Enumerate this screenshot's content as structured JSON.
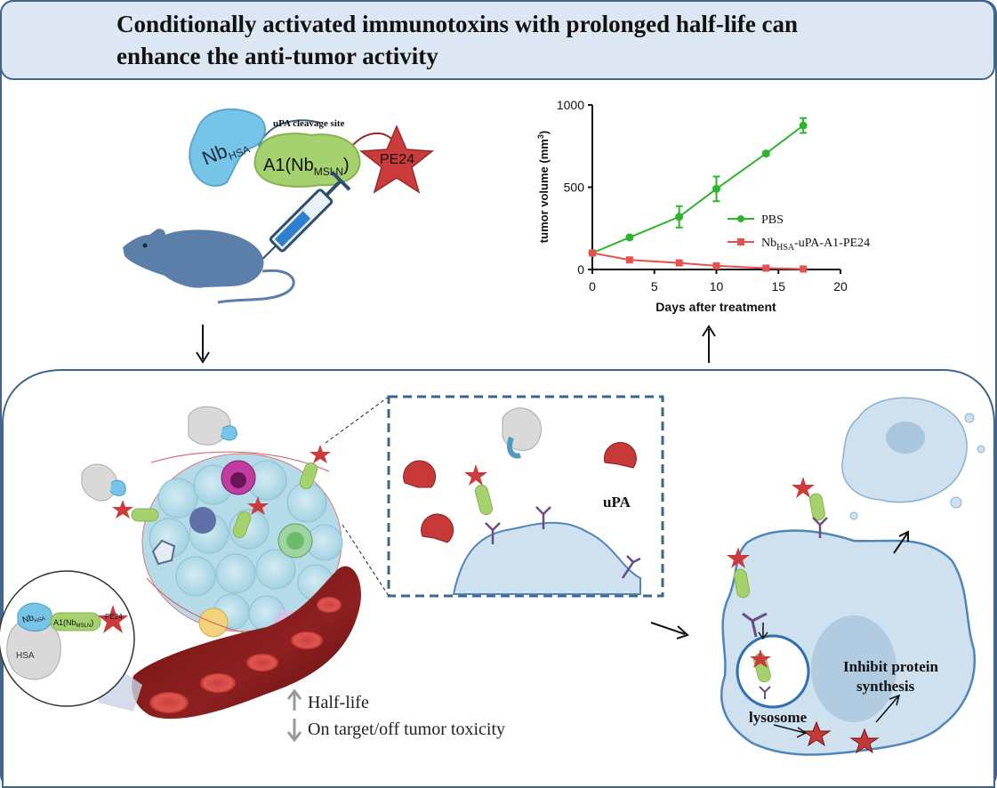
{
  "header": {
    "title_line1": "Conditionally activated immunotoxins with prolonged half-life can",
    "title_line2": "enhance the anti-tumor activity"
  },
  "construct": {
    "nb_hsa": "Nb",
    "nb_hsa_sub": "HSA",
    "cleavage_label": "uPA cleavage site",
    "a1_main": "A1(Nb",
    "a1_sub": "MSLN",
    "a1_close": ")",
    "pe24": "PE24"
  },
  "inset_construct": {
    "nb_hsa": "Nb",
    "nb_hsa_sub": "HSA",
    "a1_main": "A1(Nb",
    "a1_sub": "MSLN",
    "a1_close": ")",
    "pe24": "PE24",
    "hsa": "HSA"
  },
  "legend_effects": {
    "half_life": "Half-life",
    "toxicity": "On target/off tumor toxicity"
  },
  "uPA_label": "uPA",
  "cell_labels": {
    "inhibit_line1": "Inhibit protein",
    "inhibit_line2": "synthesis",
    "lysosome": "lysosome"
  },
  "chart_data": {
    "type": "line",
    "xlabel": "Days after treatment",
    "ylabel_main": "tumor volume (mm",
    "ylabel_sup": "3",
    "ylabel_close": ")",
    "xlim": [
      0,
      20
    ],
    "ylim": [
      0,
      1000
    ],
    "x_ticks": [
      0,
      5,
      10,
      15,
      20
    ],
    "y_ticks": [
      0,
      500,
      1000
    ],
    "legend_position": "right",
    "series": [
      {
        "name": "PBS",
        "color": "#2db52d",
        "marker": "circle",
        "x": [
          0,
          3,
          7,
          10,
          14,
          17
        ],
        "y": [
          100,
          195,
          320,
          490,
          705,
          875
        ],
        "err": [
          0,
          10,
          65,
          75,
          12,
          45
        ]
      },
      {
        "name_main": "Nb",
        "name_sub": "HSA",
        "name_rest": "-uPA-A1-PE24",
        "color": "#e8504f",
        "marker": "square",
        "x": [
          0,
          3,
          7,
          10,
          14,
          17
        ],
        "y": [
          100,
          58,
          40,
          22,
          8,
          3
        ],
        "err": [
          0,
          0,
          0,
          0,
          0,
          0
        ]
      }
    ]
  },
  "colors": {
    "header_bg": "#dde7f3",
    "border": "#3f6589",
    "nb_blue": "#76c5e8",
    "a1_green": "#a5d16f",
    "pe24_red": "#cc3b3b",
    "upa_red": "#c73838",
    "cell_blue": "#cfe0ee",
    "vessel": "#8a1c1c"
  }
}
